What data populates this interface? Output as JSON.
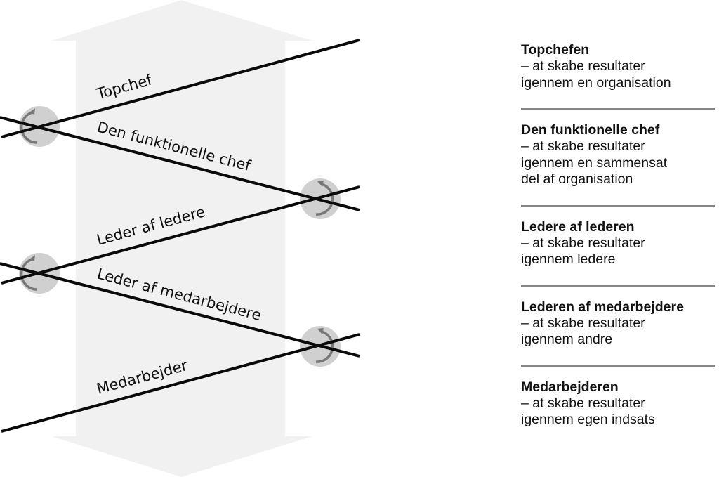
{
  "colors": {
    "arrow_fill": "#f1f1f1",
    "line": "#0a0a0a",
    "pivot_circle": "#d0d0d0",
    "pivot_arrow": "#777777",
    "divider": "#888888",
    "text": "#111111"
  },
  "diagram": {
    "arrow": "double-headed-vertical-arrow",
    "lines": [
      {
        "label": "Topchef"
      },
      {
        "label": "Den funktionelle chef"
      },
      {
        "label": "Leder af ledere"
      },
      {
        "label": "Leder af medarbejdere"
      },
      {
        "label": "Medarbejder"
      }
    ],
    "pivots": [
      {
        "side": "left",
        "icon": "rotate-arrow-icon"
      },
      {
        "side": "right",
        "icon": "rotate-arrow-icon"
      },
      {
        "side": "left",
        "icon": "rotate-arrow-icon"
      },
      {
        "side": "right",
        "icon": "rotate-arrow-icon"
      }
    ]
  },
  "legend": {
    "items": [
      {
        "title": "Topchefen",
        "lines": [
          "– at skabe resultater",
          "igennem en organisation"
        ]
      },
      {
        "title": "Den funktionelle chef",
        "lines": [
          "– at skabe resultater",
          "igennem en sammensat",
          "del af organisation"
        ]
      },
      {
        "title": "Ledere af lederen",
        "lines": [
          "– at skabe resultater",
          "igennem ledere"
        ]
      },
      {
        "title": "Lederen af medarbejdere",
        "lines": [
          "– at skabe resultater",
          "igennem andre"
        ]
      },
      {
        "title": "Medarbejderen",
        "lines": [
          "– at skabe resultater",
          "igennem egen indsats"
        ]
      }
    ]
  }
}
